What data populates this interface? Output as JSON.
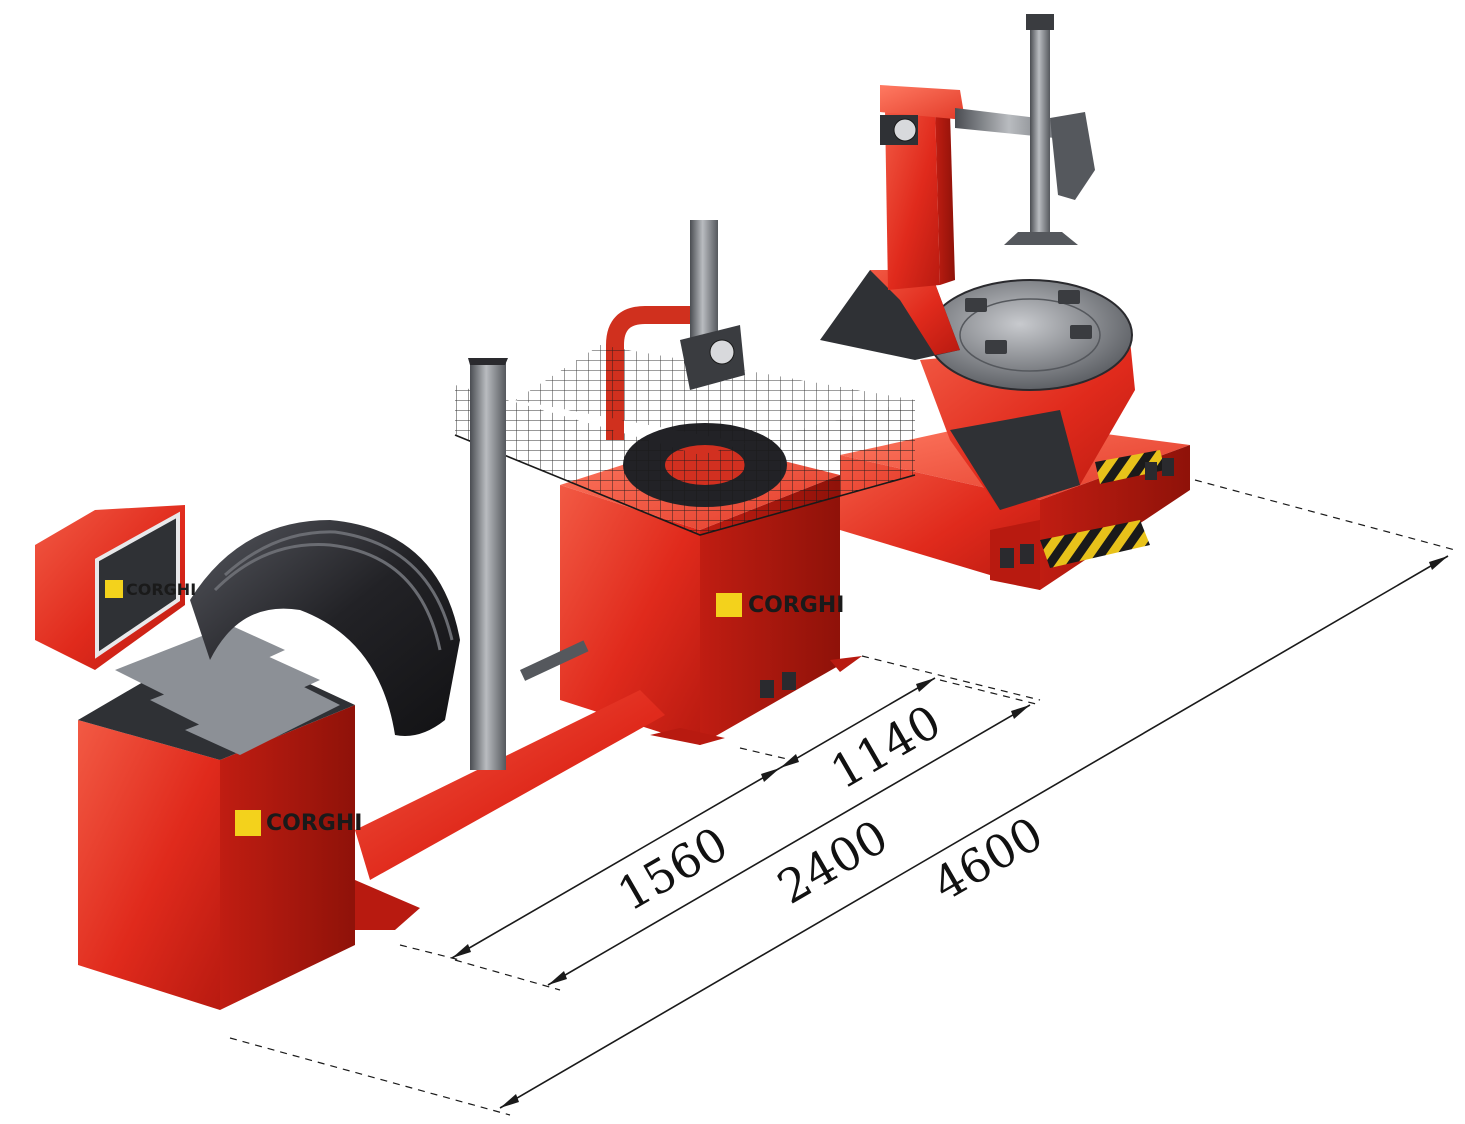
{
  "brand": {
    "logo_text": "CORGHI",
    "colors": {
      "machine_red": "#e02a1c",
      "machine_red_dark": "#a8150c",
      "machine_red_light": "#f0553f",
      "steel_grey": "#6f7378",
      "steel_dark": "#3a3c40",
      "tyre_black": "#1e1e22",
      "logo_yellow": "#f3d21c",
      "hazard_yellow": "#e8c21a"
    }
  },
  "dimensions": {
    "unit_note": "",
    "d1": "1140",
    "d2": "1560",
    "d3": "2400",
    "d4": "4600"
  }
}
